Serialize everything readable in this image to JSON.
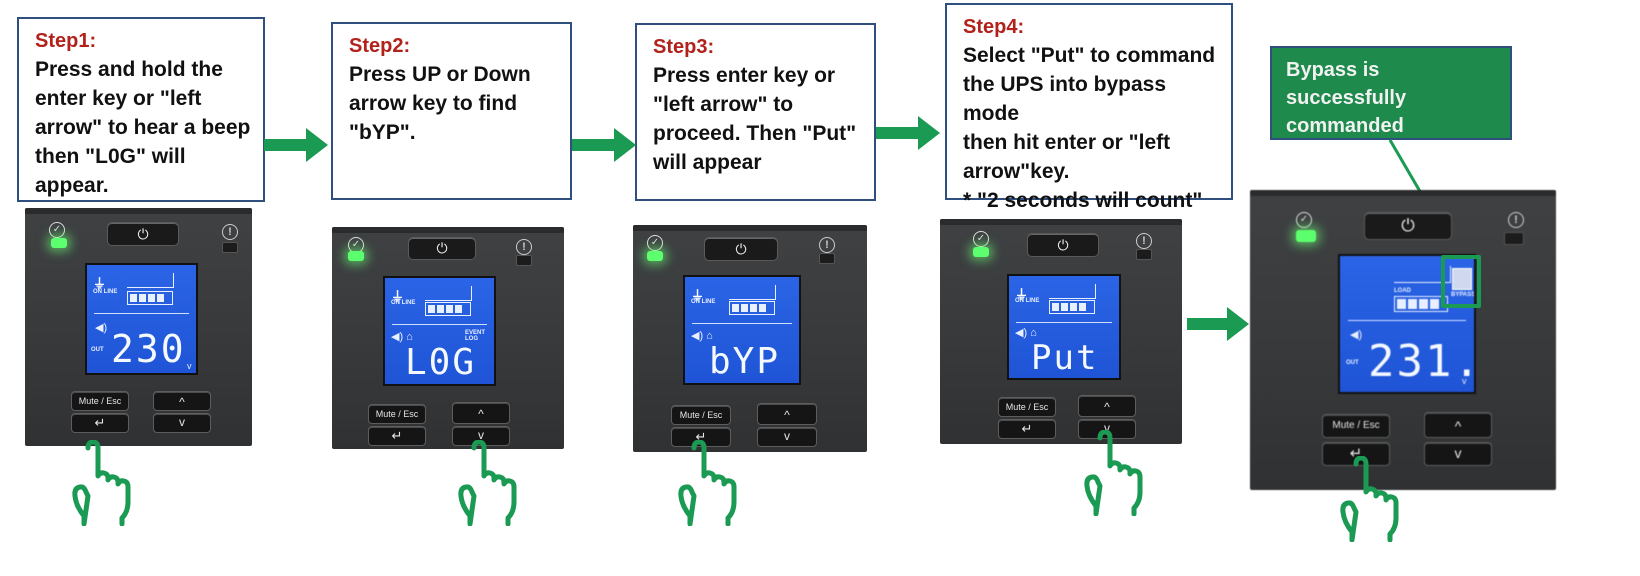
{
  "steps": [
    {
      "title": "Step1:",
      "lines": [
        "Press and hold the",
        "enter key or \"left",
        "arrow\" to hear a beep",
        "then \"L0G\" will",
        "appear."
      ]
    },
    {
      "title": "Step2:",
      "lines": [
        "Press UP or Down",
        "arrow key to find",
        "\"bYP\"."
      ]
    },
    {
      "title": "Step3:",
      "lines": [
        "Press enter key or",
        "\"left arrow\" to",
        "proceed. Then \"Put\"",
        "will appear"
      ]
    },
    {
      "title": "Step4:",
      "lines": [
        "Select \"Put\" to command",
        "the UPS into bypass mode",
        "then hit enter or \"left",
        "arrow\"key.",
        "* \"2 seconds will count\""
      ]
    }
  ],
  "result": {
    "lines": [
      "Bypass is successfully",
      "commanded"
    ]
  },
  "panels": [
    {
      "display": "230",
      "unit": "v",
      "keys": {
        "mute": "Mute / Esc",
        "enter": "↵",
        "up": "^",
        "down": "v"
      },
      "pressed_key": "enter"
    },
    {
      "display": "L0G",
      "unit": "",
      "keys": {
        "mute": "Mute / Esc",
        "enter": "↵",
        "up": "^",
        "down": "v"
      },
      "pressed_key": "down"
    },
    {
      "display": "bYP",
      "unit": "",
      "keys": {
        "mute": "Mute / Esc",
        "enter": "↵",
        "up": "^",
        "down": "v"
      },
      "pressed_key": "enter"
    },
    {
      "display": "Put",
      "unit": "",
      "keys": {
        "mute": "Mute / Esc",
        "enter": "↵",
        "up": "^",
        "down": "v"
      },
      "pressed_key": "down"
    },
    {
      "display": "231.",
      "unit": "v",
      "keys": {
        "mute": "Mute / Esc",
        "enter": "↵",
        "up": "^",
        "down": "v"
      },
      "pressed_key": "enter"
    }
  ],
  "colors": {
    "step_title": "#b2211a",
    "box_border": "#2f4f7f",
    "arrow_green": "#1a9a52",
    "result_bg": "#1e8a4c",
    "lcd_blue": "#2459e0"
  },
  "icons": {
    "flow_arrow": "right-arrow-icon",
    "finger": "pointing-hand-icon",
    "power": "power-icon",
    "bypass": "bypass-icon"
  }
}
